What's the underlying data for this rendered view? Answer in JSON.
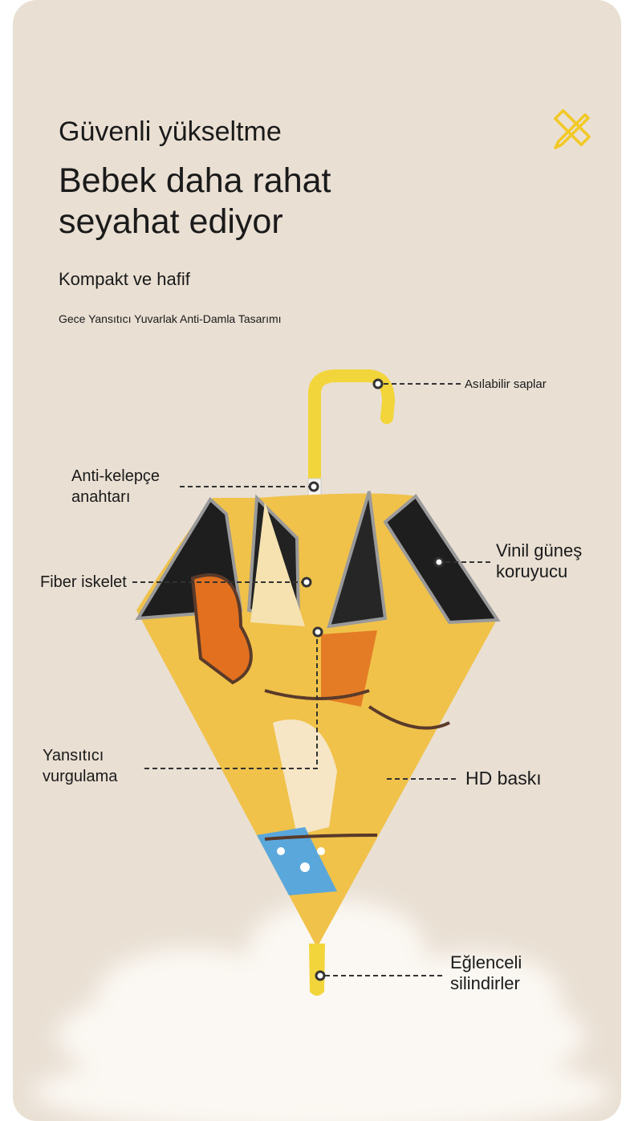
{
  "heading": {
    "subtitle": "Güvenli yükseltme",
    "title_line1": "Bebek daha rahat",
    "title_line2": "seyahat ediyor",
    "tagline": "Kompakt ve hafif",
    "description": "Gece Yansıtıcı Yuvarlak Anti-Damla Tasarımı"
  },
  "icon": "ruler-pencil-icon",
  "colors": {
    "background": "#e9dfd3",
    "accent": "#f2c925",
    "canopy": "#f0c24a"
  },
  "callouts": {
    "hook_handle": "Asılabilir saplar",
    "anti_clip_line1": "Anti-kelepçe",
    "anti_clip_line2": "anahtarı",
    "fiber_frame": "Fiber iskelet",
    "vinyl_line1": "Vinil güneş",
    "vinyl_line2": "koruyucu",
    "reflective_line1": "Yansıtıcı",
    "reflective_line2": "vurgulama",
    "hd_print": "HD baskı",
    "rollers_line1": "Eğlenceli",
    "rollers_line2": "silindirler"
  }
}
